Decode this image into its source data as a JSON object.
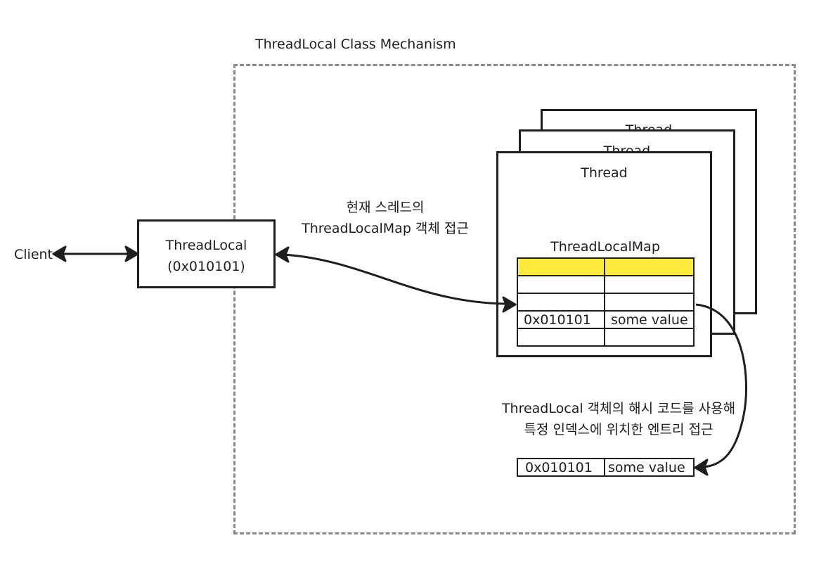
{
  "container": {
    "title": "ThreadLocal Class Mechanism"
  },
  "client": {
    "label": "Client"
  },
  "thread_local": {
    "line1": "ThreadLocal",
    "line2": "(0x010101)"
  },
  "threads": {
    "back2_label": "Thread",
    "back1_label": "Thread",
    "front_label": "Thread"
  },
  "thread_local_map": {
    "title": "ThreadLocalMap",
    "rows": [
      {
        "key": "",
        "value": ""
      },
      {
        "key": "",
        "value": ""
      },
      {
        "key": "0x010101",
        "value": "some value"
      },
      {
        "key": "",
        "value": ""
      }
    ]
  },
  "annotations": {
    "access_line1": "현재 스레드의",
    "access_line2": "ThreadLocalMap 객체 접근",
    "hash_line1": "ThreadLocal 객체의 해시 코드를 사용해",
    "hash_line2": "특정 인덱스에 위치한 엔트리 접근"
  },
  "entry": {
    "key": "0x010101",
    "value": "some value"
  },
  "colors": {
    "stroke": "#1e1e1e",
    "dashed_border": "#8a8a8a",
    "header_fill": "#ffeb3b"
  }
}
